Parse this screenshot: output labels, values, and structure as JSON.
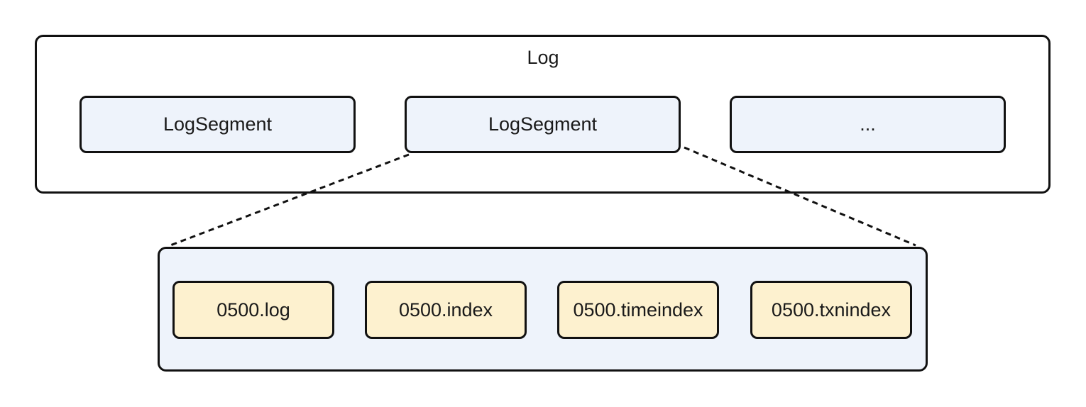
{
  "log": {
    "title": "Log",
    "segments": [
      "LogSegment",
      "LogSegment",
      "..."
    ]
  },
  "segment_detail": {
    "files": [
      "0500.log",
      "0500.index",
      "0500.timeindex",
      "0500.txnindex"
    ]
  },
  "colors": {
    "segment_fill": "#eef3fb",
    "file_fill": "#fdf1cf",
    "outline": "#111111"
  }
}
